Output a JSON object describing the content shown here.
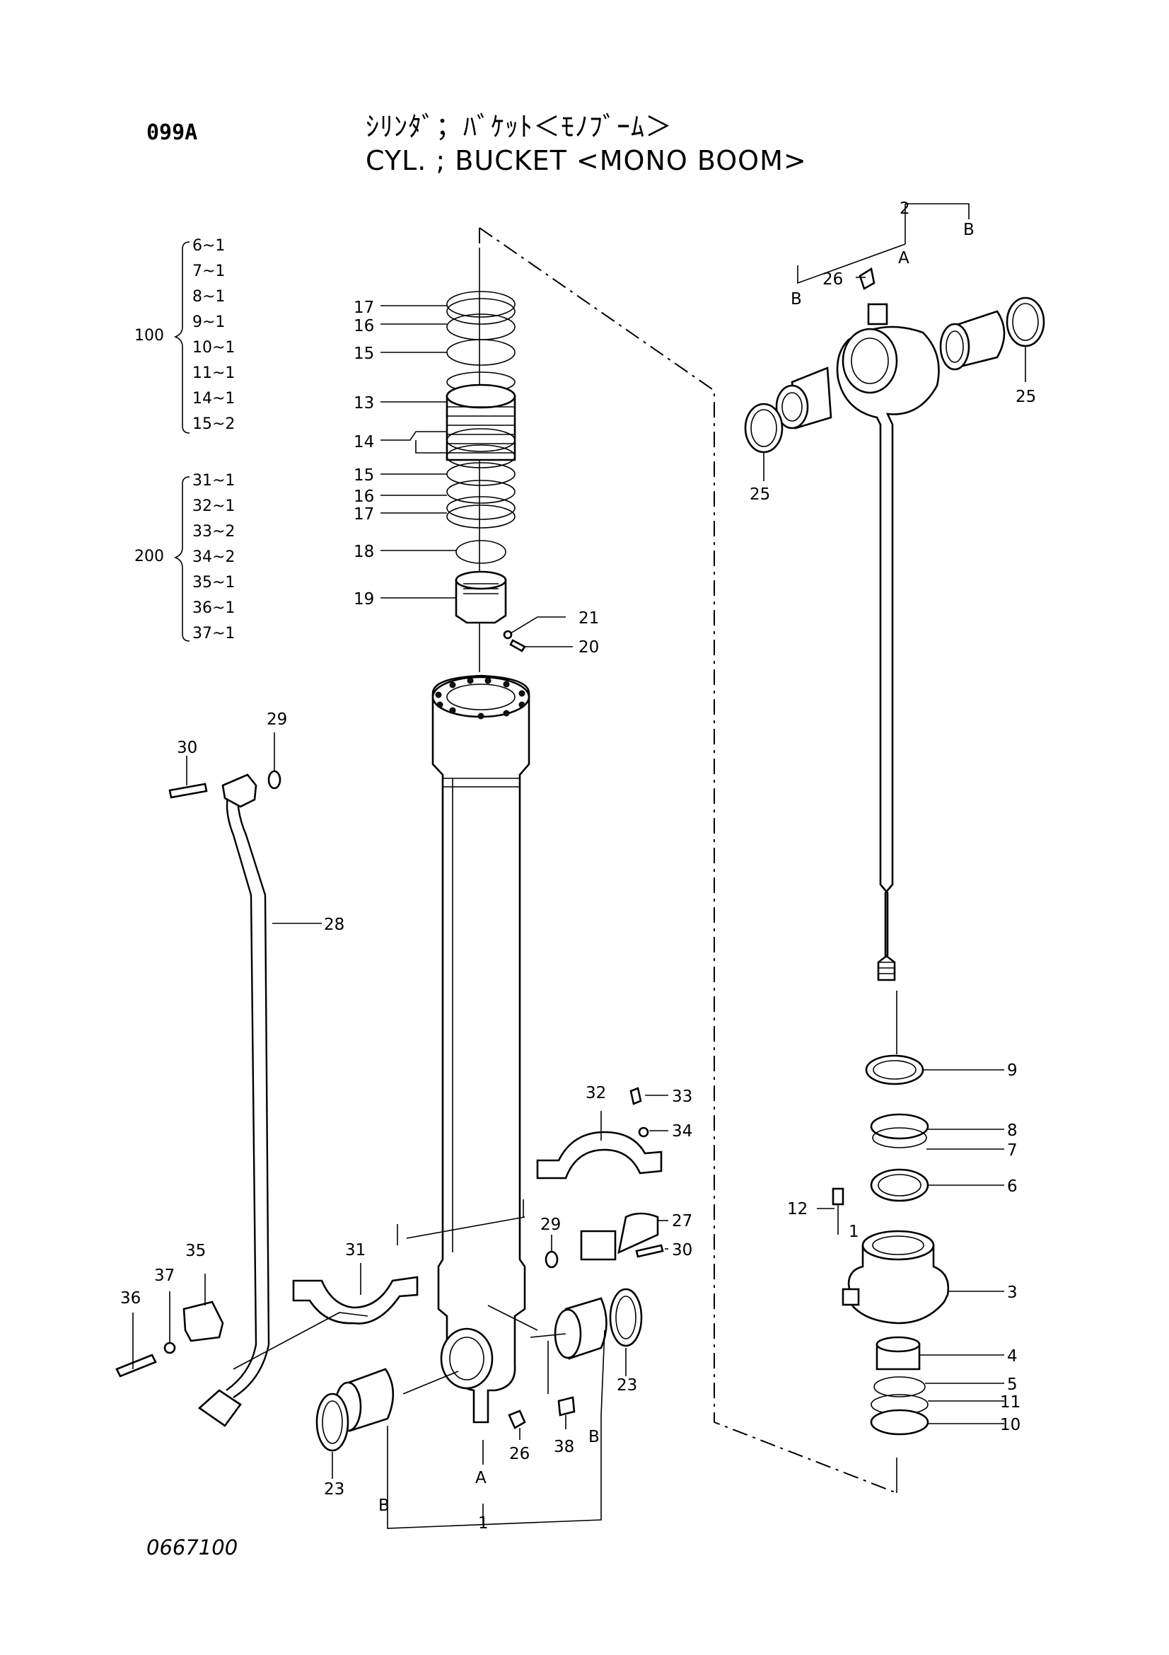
{
  "header": {
    "page_code": "099A",
    "title_jp": "ｼﾘﾝﾀﾞ；ﾊﾞｹｯﾄ＜ﾓﾉﾌﾞｰﾑ＞",
    "title_en": "CYL. ; BUCKET <MONO BOOM>"
  },
  "groups": [
    {
      "number": "100",
      "items": [
        "6~1",
        "7~1",
        "8~1",
        "9~1",
        "10~1",
        "11~1",
        "14~1",
        "15~2"
      ]
    },
    {
      "number": "200",
      "items": [
        "31~1",
        "32~1",
        "33~2",
        "34~2",
        "35~1",
        "36~1",
        "37~1"
      ]
    }
  ],
  "callouts": {
    "p1": "1",
    "p2": "2",
    "p3": "3",
    "p4": "4",
    "p5": "5",
    "p6": "6",
    "p7": "7",
    "p8": "8",
    "p9": "9",
    "p10": "10",
    "p11": "11",
    "p12": "12",
    "p13": "13",
    "p14": "14",
    "p15": "15",
    "p16": "16",
    "p17": "17",
    "p18": "18",
    "p19": "19",
    "p20": "20",
    "p21": "21",
    "p23": "23",
    "p25": "25",
    "p26": "26",
    "p27": "27",
    "p28": "28",
    "p29": "29",
    "p30": "30",
    "p31": "31",
    "p32": "32",
    "p33": "33",
    "p34": "34",
    "p35": "35",
    "p36": "36",
    "p37": "37",
    "p38": "38",
    "A": "A",
    "B": "B"
  },
  "footer": {
    "drawing_number": "0667100"
  }
}
